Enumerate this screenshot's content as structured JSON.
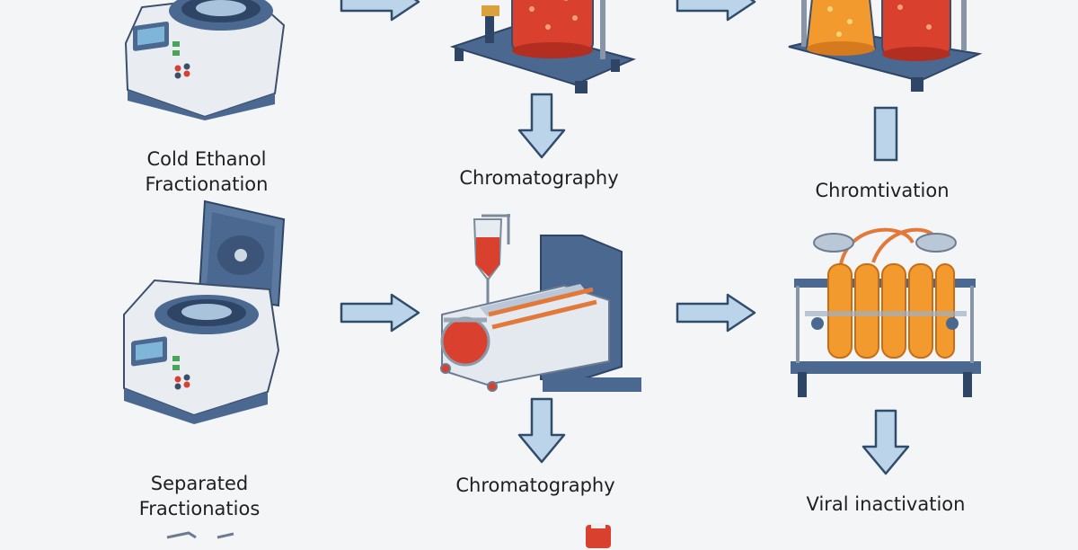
{
  "labels": {
    "cold_ethanol": [
      "Cold Ethanol",
      "Fractionation"
    ],
    "chromatography_top": "Chromatography",
    "chromtivation": "Chromtivation",
    "separated": [
      "Separated",
      "Fractionatios"
    ],
    "chromatography_bottom": "Chromatography",
    "viral": "Viral inactivation"
  },
  "icons": [
    "centrifuge-icon",
    "chromatography-column-icon",
    "reaction-vessels-icon",
    "open-centrifuge-icon",
    "chromatography-apparatus-icon",
    "incubator-tanks-icon"
  ],
  "colors": {
    "background": "#f4f5f6",
    "arrow_fill": "#bcd4ea",
    "arrow_stroke": "#2f4d6b",
    "equipment_blue": "#4a6890",
    "liquid_red": "#d9402e",
    "liquid_orange": "#f29a2e"
  }
}
